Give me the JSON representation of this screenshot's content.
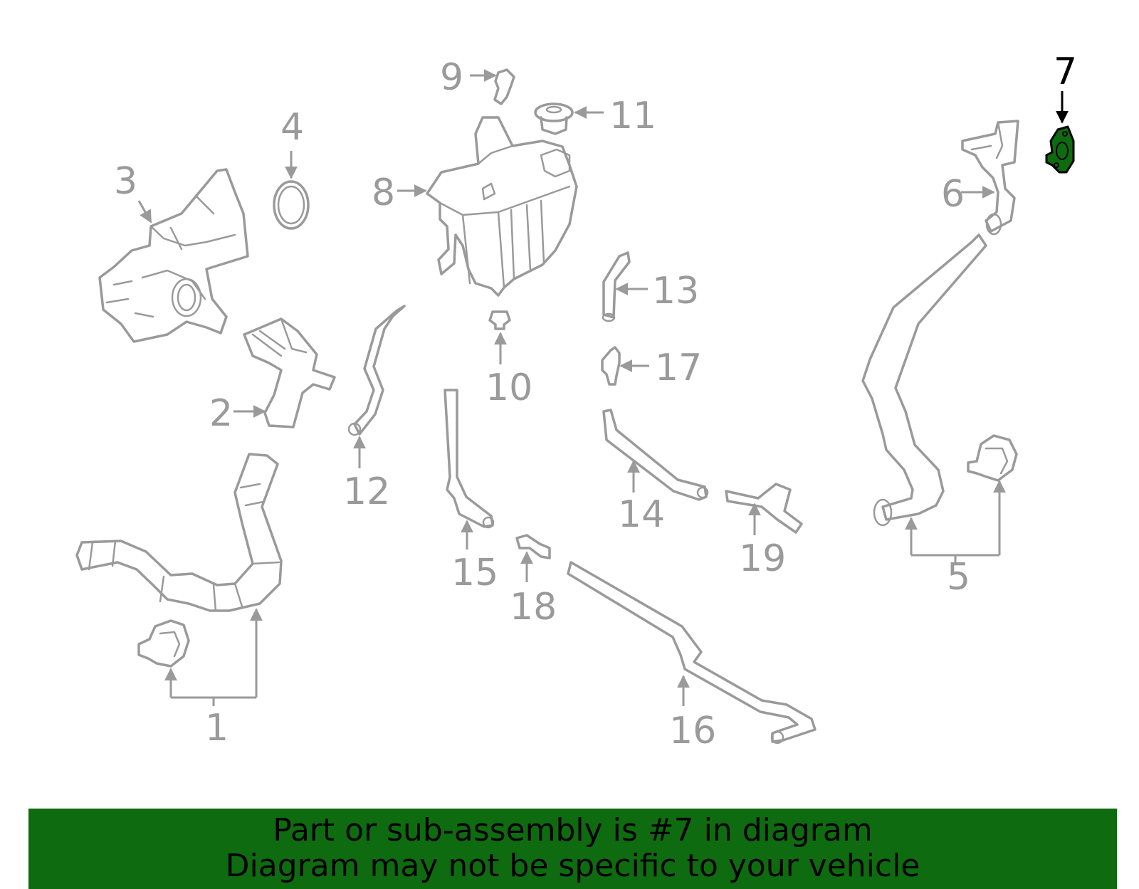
{
  "diagram": {
    "highlight_color": "#0f6b0f",
    "callout_labels": [
      "1",
      "2",
      "3",
      "4",
      "5",
      "6",
      "7",
      "8",
      "9",
      "10",
      "11",
      "12",
      "13",
      "14",
      "15",
      "16",
      "17",
      "18",
      "19"
    ],
    "highlighted_part": "7"
  },
  "banner": {
    "line1": "Part or sub-assembly is #7 in diagram",
    "line2": "Diagram may not be specific to your vehicle",
    "background": "#0f6b0f"
  }
}
